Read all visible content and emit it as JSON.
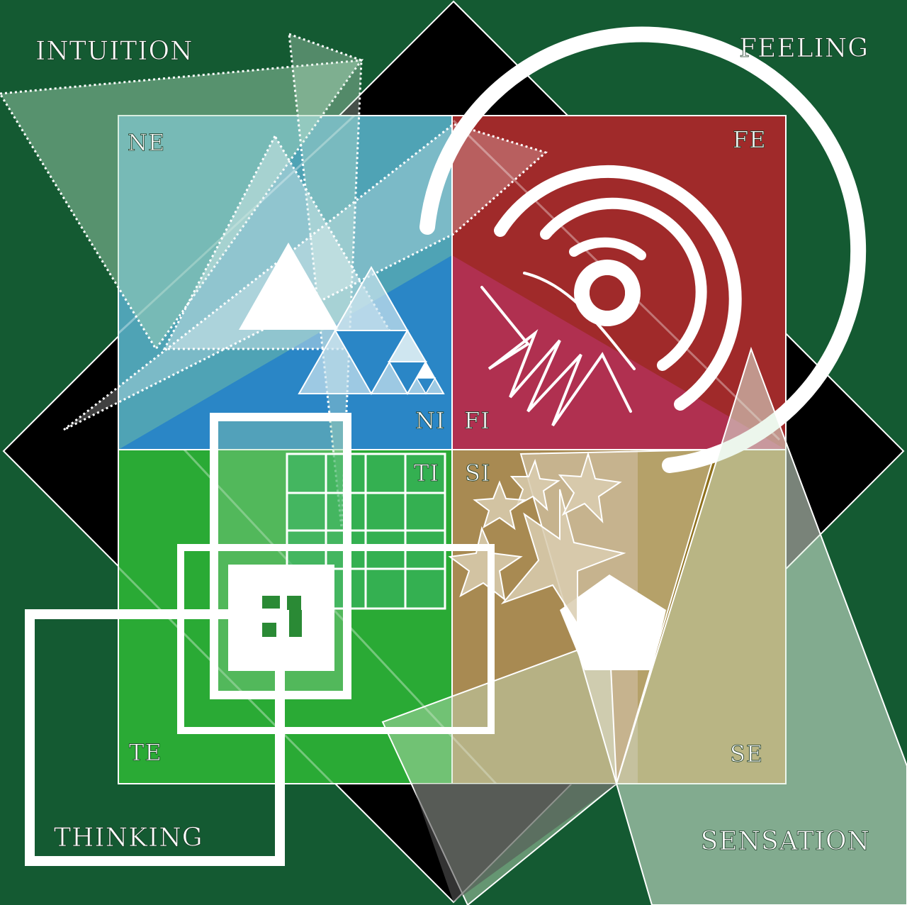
{
  "colors": {
    "background": "#145a32",
    "diamond": "#000000",
    "quadrant_ne": "#4fa3b5",
    "quadrant_ni": "#2a86c6",
    "quadrant_fe": "#a02a2a",
    "quadrant_fi": "#b03050",
    "quadrant_te": "#2aaa35",
    "quadrant_ti": "#3cb464",
    "quadrant_si": "#a88a52",
    "quadrant_se": "#8a6a10",
    "line": "#ffffff"
  },
  "corner_labels": {
    "top_left": "INTUITION",
    "top_right": "FEELING",
    "bottom_left": "THINKING",
    "bottom_right": "SENSATION"
  },
  "function_labels": {
    "ne": "NE",
    "ni": "NI",
    "fe": "FE",
    "fi": "FI",
    "ti": "TI",
    "si": "SI",
    "te": "TE",
    "se": "SE"
  }
}
